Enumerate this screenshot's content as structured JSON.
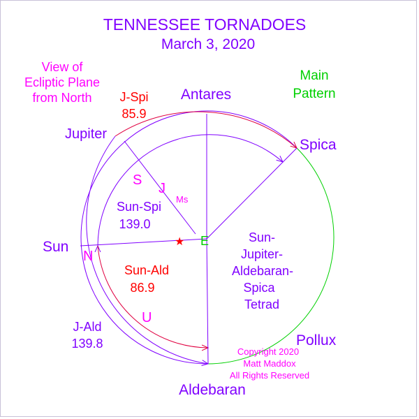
{
  "colors": {
    "purple": "#8000ff",
    "red": "#ff0000",
    "magenta": "#ff00ff",
    "green": "#00d000",
    "crimson": "#e00040"
  },
  "header": {
    "title": "TENNESSEE TORNADOES",
    "date": "March 3, 2020"
  },
  "labels": {
    "view_line1": "View of",
    "view_line2": "Ecliptic Plane",
    "view_line3": "from North",
    "main_line1": "Main",
    "main_line2": "Pattern",
    "antares": "Antares",
    "spica": "Spica",
    "jupiter": "Jupiter",
    "sun": "Sun",
    "pollux": "Pollux",
    "aldebaran": "Aldebaran",
    "j_spi": "J-Spi",
    "j_spi_val": "85.9",
    "sun_spi": "Sun-Spi",
    "sun_spi_val": "139.0",
    "sun_ald": "Sun-Ald",
    "sun_ald_val": "86.9",
    "j_ald": "J-Ald",
    "j_ald_val": "139.8",
    "tetrad_line1": "Sun-",
    "tetrad_line2": "Jupiter-",
    "tetrad_line3": "Aldebaran-",
    "tetrad_line4": "Spica",
    "tetrad_line5": "Tetrad",
    "letter_s": "S",
    "letter_j": "J",
    "letter_ms": "Ms",
    "letter_e": "E",
    "letter_n": "N",
    "letter_u": "U"
  },
  "copyright": {
    "line1": "Copyright 2020",
    "line2": "Matt Maddox",
    "line3": "All Rights Reserved"
  }
}
